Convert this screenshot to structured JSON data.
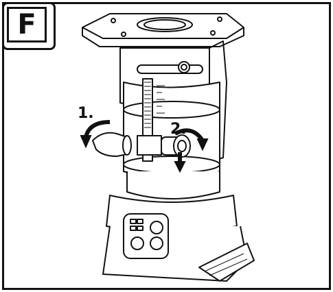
{
  "panel": {
    "letter": "F"
  },
  "steps": [
    {
      "label": "1.",
      "action": "rotate-lever"
    },
    {
      "label": "2.",
      "action": "turn-knob"
    }
  ],
  "icons": [
    "router-motor-icon",
    "rotation-arrow-icon",
    "depth-scale-icon",
    "battery-slot-icon",
    "control-panel-icon"
  ]
}
